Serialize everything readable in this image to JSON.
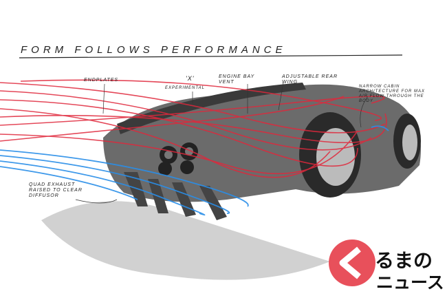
{
  "title": "Form Follows Performance",
  "annotations": {
    "endplates": "Endplates",
    "x_experimental_top": "'X'",
    "x_experimental_bottom": "Experimental",
    "engine_bay_vent": "Engine Bay Vent",
    "adjustable_rear_wing": "Adjustable Rear Wing",
    "narrow_cabin": "Narrow Cabin Architecture for max air flow through the body",
    "quad_exhaust": "Quad Exhaust raised to clear diffusor"
  },
  "logo": {
    "line1": "るまの",
    "line2": "ニュース",
    "circle_color": "#e8505b"
  },
  "colors": {
    "airflow_red": "#e0283c",
    "airflow_blue": "#2a8ee8",
    "body": "#555555"
  }
}
